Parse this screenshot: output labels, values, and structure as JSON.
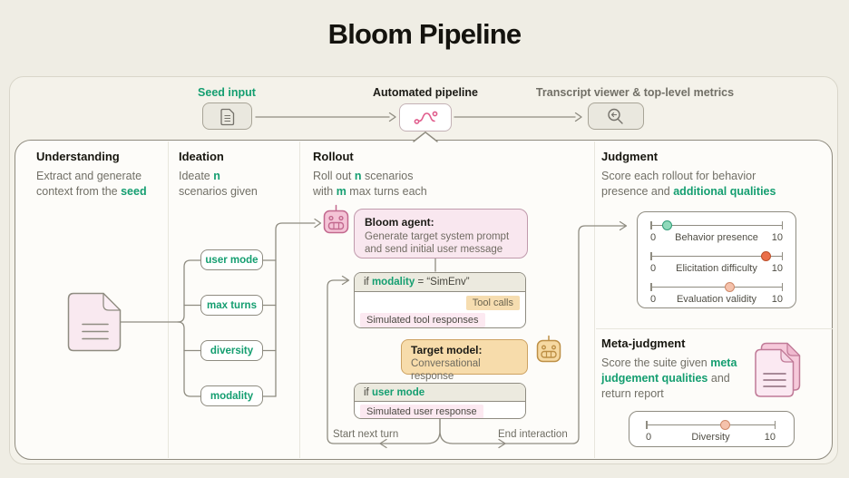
{
  "title": "Bloom Pipeline",
  "colors": {
    "accent_green": "#149e70",
    "pipeline_pink": "#e05c8c",
    "connector_gray": "#8f8c81"
  },
  "top_row": {
    "seed_label": "Seed input",
    "pipeline_label": "Automated pipeline",
    "viewer_label": "Transcript viewer & top-level metrics",
    "icons": {
      "seed": "document-icon",
      "pipeline": "route-icon",
      "viewer": "magnifier-icon"
    }
  },
  "understanding": {
    "title": "Understanding",
    "desc": [
      {
        "t": "Extract and generate\ncontext from the "
      },
      {
        "t": "seed",
        "a": true
      }
    ],
    "icon": "seed-document-icon"
  },
  "ideation": {
    "title": "Ideation",
    "desc": [
      {
        "t": "Ideate "
      },
      {
        "t": "n",
        "a": true
      },
      {
        "t": "\nscenarios given"
      }
    ],
    "params": [
      "user mode",
      "max turns",
      "diversity",
      "modality"
    ]
  },
  "rollout": {
    "title": "Rollout",
    "desc": [
      {
        "t": "Roll out "
      },
      {
        "t": "n",
        "a": true
      },
      {
        "t": " scenarios\nwith "
      },
      {
        "t": "m",
        "a": true
      },
      {
        "t": " max turns each"
      }
    ],
    "bloom_agent": {
      "title": "Bloom agent:",
      "desc": "Generate target system prompt\nand send initial user message",
      "icon": "bloom-robot-icon"
    },
    "if_modality": {
      "header": [
        {
          "t": "if "
        },
        {
          "t": "modality",
          "a": true
        },
        {
          "t": " = “SimEnv”"
        }
      ],
      "tool_calls": "Tool calls",
      "tool_responses": "Simulated tool responses"
    },
    "target_model": {
      "title": "Target model:",
      "desc": "Conversational response",
      "icon": "target-robot-icon"
    },
    "if_user_mode": {
      "header": [
        {
          "t": "if "
        },
        {
          "t": "user mode",
          "a": true
        }
      ],
      "user_response": "Simulated user response"
    },
    "start_next_turn": "Start next turn",
    "end_interaction": "End interaction"
  },
  "judgment": {
    "title": "Judgment",
    "desc": [
      {
        "t": "Score each rollout for behavior\npresence and "
      },
      {
        "t": "additional qualities",
        "a": true
      }
    ],
    "sliders": [
      {
        "label": "Behavior presence",
        "min": "0",
        "max": "10",
        "value": 1.3,
        "dot_color": "#8fd9ba",
        "dot_border": "#2f9c77"
      },
      {
        "label": "Elicitation difficulty",
        "min": "0",
        "max": "10",
        "value": 8.7,
        "dot_color": "#ea6f4a",
        "dot_border": "#bb4f2a"
      },
      {
        "label": "Evaluation validity",
        "min": "0",
        "max": "10",
        "value": 6,
        "dot_color": "#f5c2ac",
        "dot_border": "#cf8a6a"
      }
    ]
  },
  "meta_judgment": {
    "title": "Meta-judgment",
    "desc": [
      {
        "t": "Score the suite given "
      },
      {
        "t": "meta\njudgement qualities",
        "a": true
      },
      {
        "t": " and\nreturn report"
      }
    ],
    "icon": "report-documents-icon",
    "slider": {
      "label": "Diversity",
      "min": "0",
      "max": "10",
      "value": 6.1,
      "dot_color": "#f5c2ac",
      "dot_border": "#cf8a6a"
    }
  }
}
